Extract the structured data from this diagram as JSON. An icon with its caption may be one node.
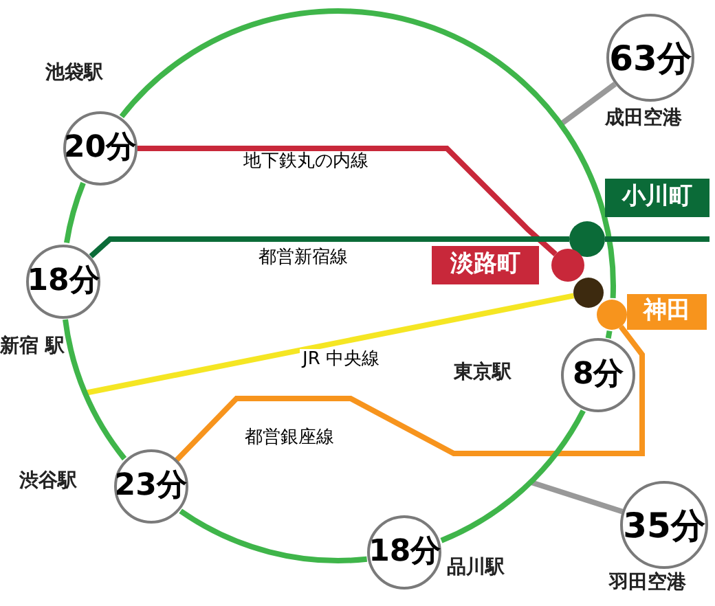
{
  "diagram": {
    "nodes": [
      {
        "text": [
          "63分"
        ],
        "beside": [
          "成田空港"
        ]
      },
      {
        "text": [
          "20分"
        ],
        "beside": [
          "池袋駅"
        ]
      },
      {
        "text": [
          "小川町"
        ]
      },
      {
        "text": [
          "淡路町"
        ]
      },
      {
        "text": [],
        "shape": "circle"
      },
      {
        "text": [],
        "shape": "circle"
      },
      {
        "text": [
          "18分"
        ],
        "beside": [
          "新宿 駅"
        ]
      },
      {
        "text": [],
        "shape": "circle"
      },
      {
        "text": [
          "神田"
        ]
      },
      {
        "text": [],
        "shape": "circle"
      },
      {
        "text": [
          "8分"
        ],
        "beside": [
          "東京駅"
        ]
      },
      {
        "text": [
          "23分"
        ],
        "beside": [
          "渋谷駅"
        ]
      },
      {
        "text": [
          "35分"
        ],
        "beside": [
          "羽田空港"
        ]
      },
      {
        "text": [
          "18分"
        ],
        "beside": [
          "品川駅"
        ]
      }
    ],
    "edges": [
      {
        "from": 1,
        "to": 5,
        "arrow": "none",
        "label": "地下鉄丸の内線",
        "color": "#c8283a"
      },
      {
        "from": 6,
        "to": 4,
        "arrow": "none",
        "label": "都営新宿線",
        "color": "#0b6b38"
      },
      {
        "from": null,
        "to": 7,
        "arrow": "none",
        "label": "JR 中央線",
        "color": "#f5e623"
      },
      {
        "from": 11,
        "to": 9,
        "arrow": "none",
        "label": "都営銀座線",
        "color": "#f7941d"
      },
      {
        "from": 0,
        "to": null,
        "arrow": "none",
        "color": "#999999"
      },
      {
        "from": 12,
        "to": null,
        "arrow": "none",
        "color": "#999999"
      },
      {
        "from": 9,
        "to": 10,
        "arrow": "none",
        "color": "#3fb54a"
      },
      {
        "from": 10,
        "to": 13,
        "arrow": "none",
        "color": "#3fb54a"
      },
      {
        "from": 13,
        "to": 11,
        "arrow": "none",
        "color": "#3fb54a"
      },
      {
        "from": 11,
        "to": 6,
        "arrow": "none",
        "color": "#3fb54a"
      },
      {
        "from": 6,
        "to": 1,
        "arrow": "none",
        "color": "#3fb54a"
      },
      {
        "from": 1,
        "to": 9,
        "arrow": "none",
        "color": "#3fb54a"
      },
      {
        "from": 4,
        "to": null,
        "arrow": "none",
        "color": "#0b6b38"
      }
    ]
  }
}
